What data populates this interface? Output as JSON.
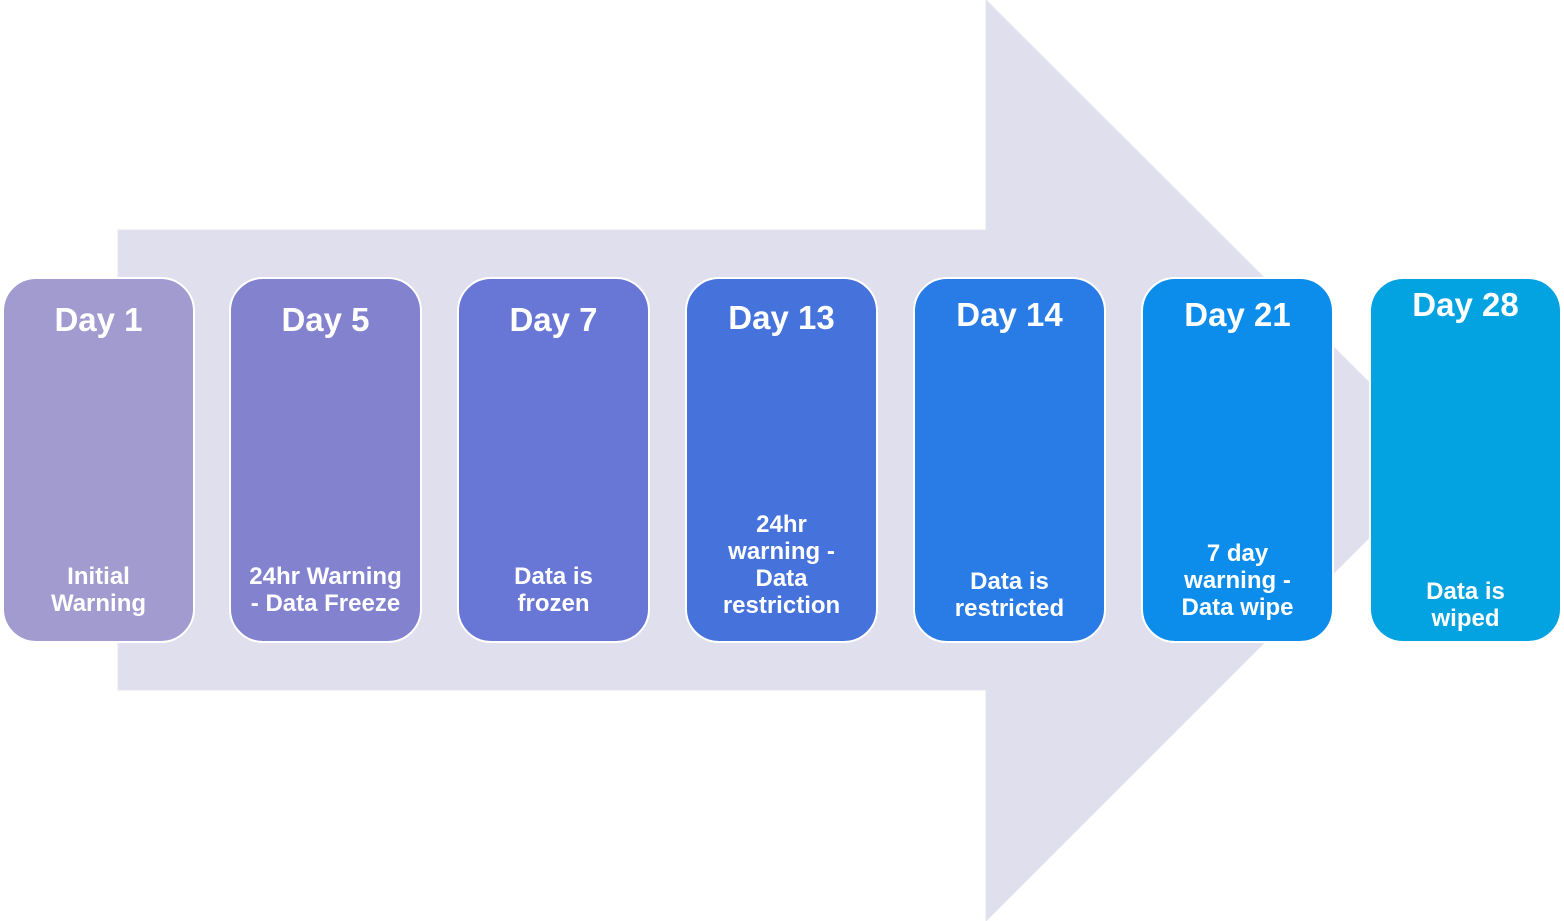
{
  "diagram": {
    "arrow_color": "#e0dfee",
    "steps": [
      {
        "day": "Day 1",
        "desc": "Initial Warning",
        "color": "#a29bcf"
      },
      {
        "day": "Day 5",
        "desc": "24hr Warning - Data Freeze",
        "color": "#8382cf"
      },
      {
        "day": "Day 7",
        "desc": "Data is frozen",
        "color": "#6877d5"
      },
      {
        "day": "Day 13",
        "desc": "24hr warning - Data restriction",
        "color": "#4672dc"
      },
      {
        "day": "Day 14",
        "desc": "Data is restricted",
        "color": "#297be5"
      },
      {
        "day": "Day 21",
        "desc": "7 day warning - Data wipe",
        "color": "#0d8deb"
      },
      {
        "day": "Day 28",
        "desc": "Data is wiped",
        "color": "#03a2e1"
      }
    ]
  }
}
